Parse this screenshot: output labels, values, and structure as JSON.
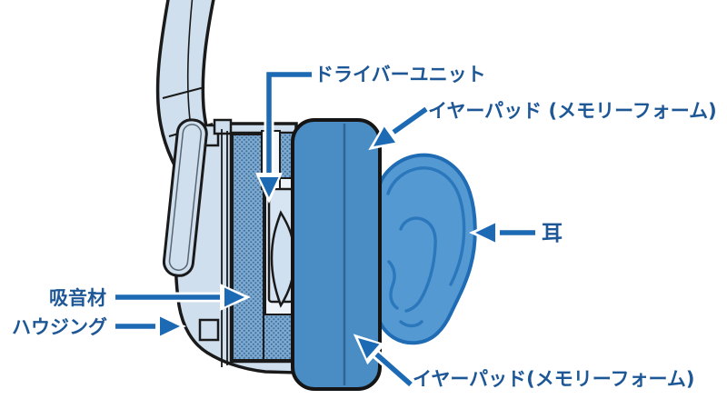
{
  "labels": {
    "driver_unit": "ドライバーユニット",
    "ear_pad_top": "イヤーパッド (メモリーフォーム)",
    "ear": "耳",
    "sound_absorber": "吸音材",
    "housing": "ハウジング",
    "ear_pad_bottom": "イヤーパッド(メモリーフォーム)"
  },
  "colors": {
    "background": "#ffffff",
    "label_text": "#1d5796",
    "arrow_blue": "#1d6ab4",
    "outline_black": "#1a1a1a",
    "shell_light_blue": "#cfdfee",
    "cavity_light": "#e9f0f7",
    "pad_blue": "#4a8dc4",
    "pad_seam": "#2e6596",
    "ear_fill": "#5499d2",
    "ear_stroke": "#1f6cb5",
    "absorber_base": "#7fa9cf",
    "absorber_dot": "#3a6f9e"
  }
}
